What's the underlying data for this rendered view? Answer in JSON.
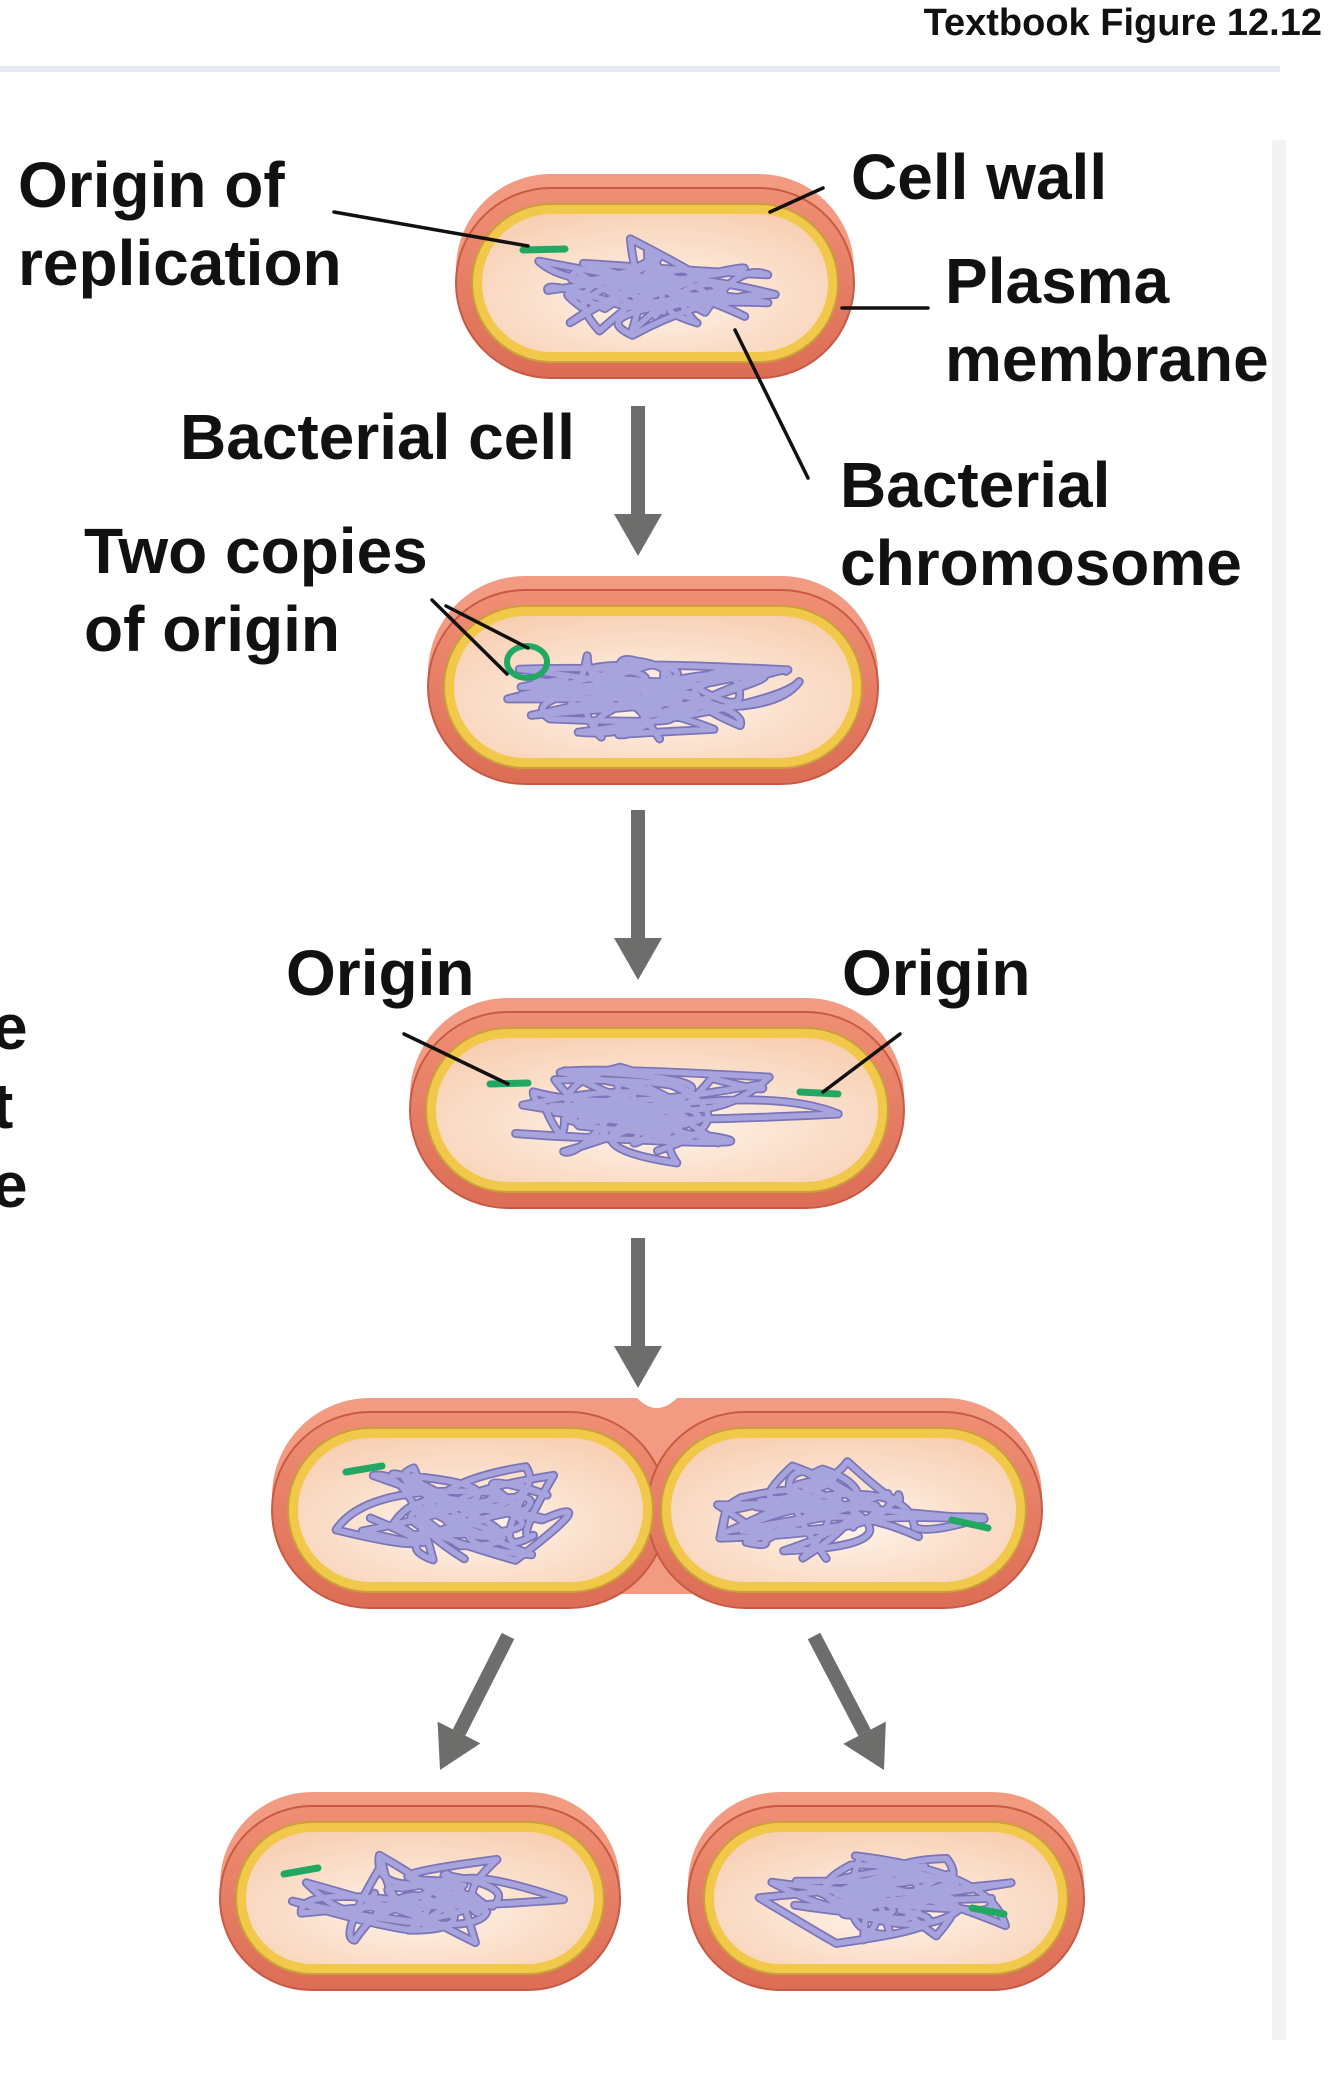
{
  "figure_label": "Textbook Figure 12.12",
  "labels": {
    "origin_of_replication": "Origin of\nreplication",
    "cell_wall": "Cell wall",
    "plasma_membrane": "Plasma\nmembrane",
    "bacterial_cell": "Bacterial cell",
    "bacterial_chromosome": "Bacterial\nchromosome",
    "two_copies_of_origin": "Two copies\nof origin",
    "origin_left": "Origin",
    "origin_right": "Origin"
  },
  "cut_off_text": "e\nt\ne",
  "colors": {
    "cell_wall": "#e1755b",
    "wall_highlight": "#f39b82",
    "plasma_membrane": "#f1c84a",
    "cytoplasm": "#fbe3cf",
    "chromosome": "#a7a3dc",
    "chromosome_outline": "#7a74b8",
    "origin_marker": "#22a862",
    "arrow": "#6d6d6b"
  }
}
